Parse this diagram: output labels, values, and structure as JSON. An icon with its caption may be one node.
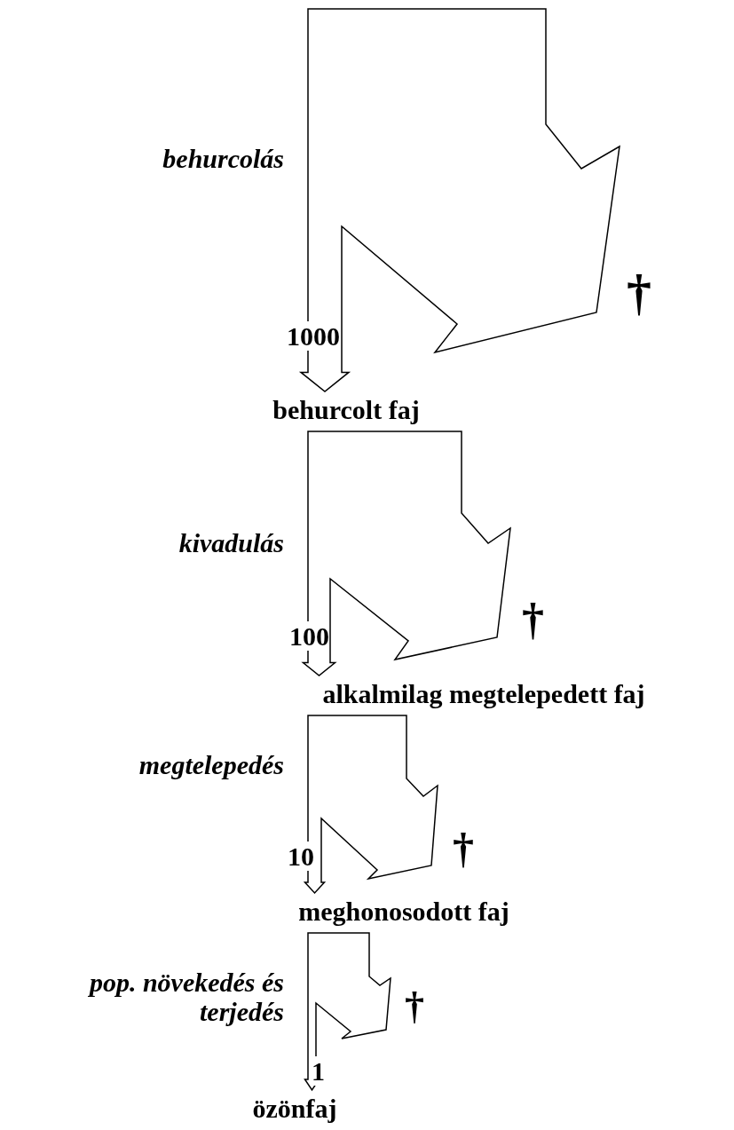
{
  "diagram": {
    "nodes": [
      {
        "text": [
          "behurcolt faj"
        ]
      },
      {
        "text": [
          "alkalmilag megtelepedett faj"
        ]
      },
      {
        "text": [
          "meghonosodott faj"
        ]
      },
      {
        "text": [
          "özönfaj"
        ]
      }
    ],
    "edges": [
      {
        "from": null,
        "to": 0,
        "arrow": "to"
      },
      {
        "from": 0,
        "to": 1,
        "arrow": "to"
      },
      {
        "from": 1,
        "to": 2,
        "arrow": "to"
      },
      {
        "from": 2,
        "to": 3,
        "arrow": "to"
      }
    ],
    "labels": [
      "behurcolás",
      "†",
      "1000",
      "kivadulás",
      "†",
      "100",
      "megtelepedés",
      "†",
      "10",
      "pop. növekedés és terjedés",
      "†",
      "1"
    ]
  }
}
